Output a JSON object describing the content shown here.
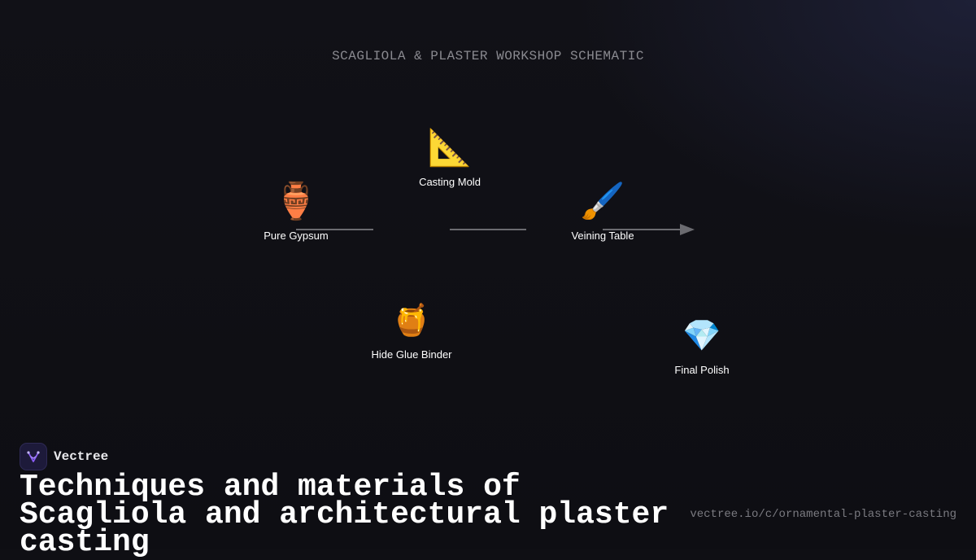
{
  "diagram": {
    "title": "SCAGLIOLA & PLASTER WORKSHOP SCHEMATIC",
    "nodes": [
      {
        "id": "gypsum",
        "label": "Pure Gypsum",
        "icon": "🏺",
        "icon_name": "amphora-icon"
      },
      {
        "id": "mold",
        "label": "Casting Mold",
        "icon": "📐",
        "icon_name": "triangular-ruler-icon"
      },
      {
        "id": "veining",
        "label": "Veining Table",
        "icon": "🖌️",
        "icon_name": "paintbrush-icon"
      },
      {
        "id": "glue",
        "label": "Hide Glue Binder",
        "icon": "🍯",
        "icon_name": "honey-pot-icon"
      },
      {
        "id": "polish",
        "label": "Final Polish",
        "icon": "💎",
        "icon_name": "gem-icon"
      }
    ],
    "edges": [
      {
        "from": "gypsum",
        "to": "mold"
      },
      {
        "from": "mold",
        "to": "veining"
      },
      {
        "from": "veining",
        "to": "polish"
      }
    ]
  },
  "footer": {
    "brand": "Vectree",
    "headline": "Techniques and materials of Scagliola and architectural plaster casting",
    "url": "vectree.io/c/ornamental-plaster-casting"
  },
  "colors": {
    "background": "#0f0f14",
    "edge": "#6b6b70",
    "logo_accent": "#8b5cf6"
  }
}
